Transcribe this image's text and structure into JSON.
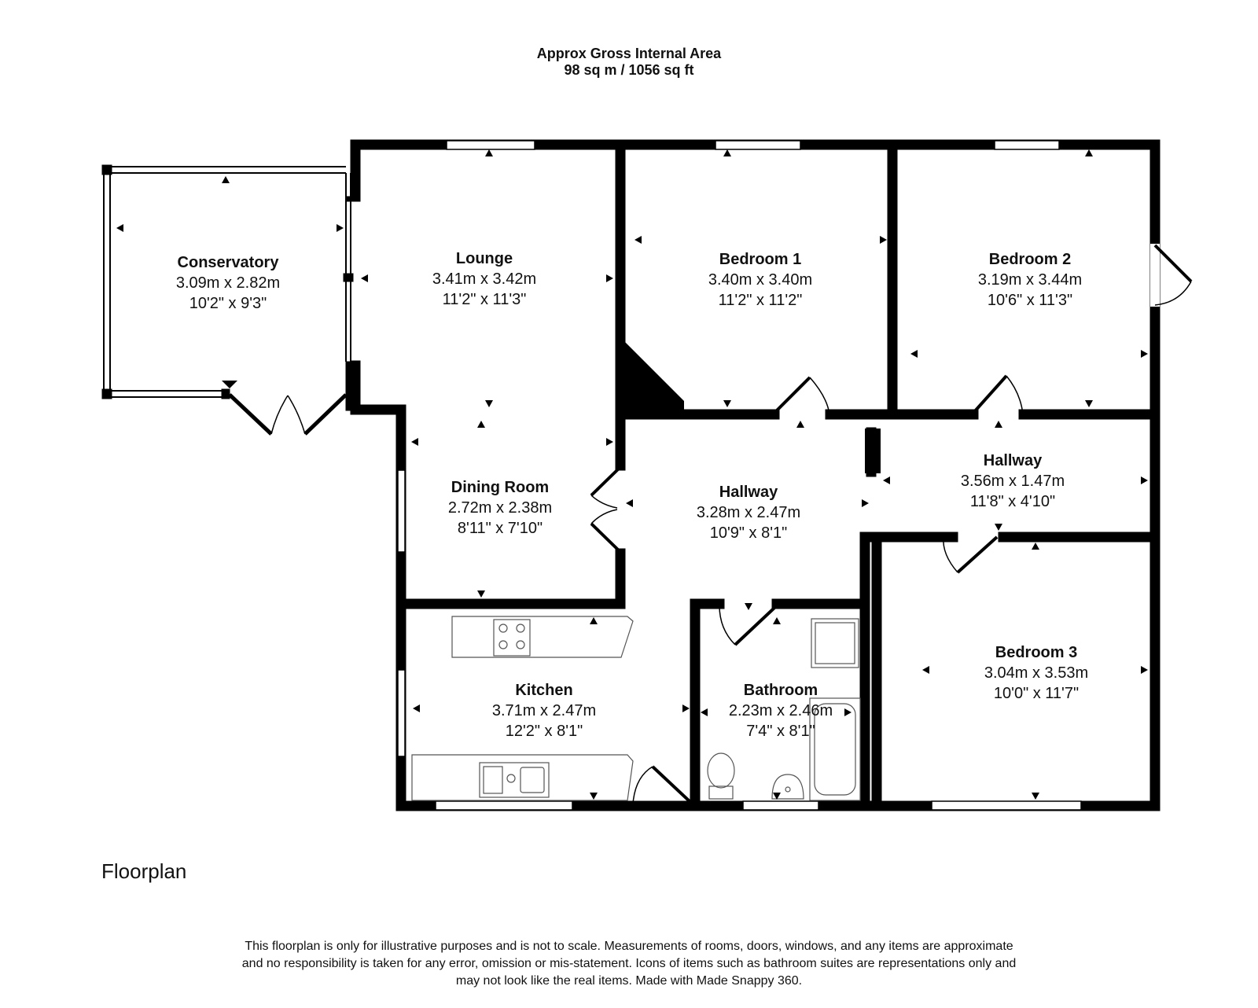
{
  "header": {
    "title": "Approx Gross Internal Area",
    "area": "98 sq m / 1056 sq ft"
  },
  "rooms": [
    {
      "id": "conservatory",
      "name": "Conservatory",
      "metric": "3.09m x 2.82m",
      "imperial": "10'2\" x 9'3\""
    },
    {
      "id": "lounge",
      "name": "Lounge",
      "metric": "3.41m x 3.42m",
      "imperial": "11'2\" x 11'3\""
    },
    {
      "id": "bedroom-1",
      "name": "Bedroom 1",
      "metric": "3.40m x 3.40m",
      "imperial": "11'2\" x 11'2\""
    },
    {
      "id": "bedroom-2",
      "name": "Bedroom 2",
      "metric": "3.19m x 3.44m",
      "imperial": "10'6\" x 11'3\""
    },
    {
      "id": "dining-room",
      "name": "Dining Room",
      "metric": "2.72m x 2.38m",
      "imperial": "8'11\" x 7'10\""
    },
    {
      "id": "hallway-1",
      "name": "Hallway",
      "metric": "3.28m x 2.47m",
      "imperial": "10'9\" x 8'1\""
    },
    {
      "id": "hallway-2",
      "name": "Hallway",
      "metric": "3.56m x 1.47m",
      "imperial": "11'8\" x 4'10\""
    },
    {
      "id": "kitchen",
      "name": "Kitchen",
      "metric": "3.71m x 2.47m",
      "imperial": "12'2\" x 8'1\""
    },
    {
      "id": "bathroom",
      "name": "Bathroom",
      "metric": "2.23m x 2.46m",
      "imperial": "7'4\" x 8'1\""
    },
    {
      "id": "bedroom-3",
      "name": "Bedroom 3",
      "metric": "3.04m x 3.53m",
      "imperial": "10'0\" x 11'7\""
    }
  ],
  "floor_label": "Floorplan",
  "disclaimer": {
    "line1": "This floorplan is only for illustrative purposes and is not to scale. Measurements of rooms, doors, windows, and any items are approximate",
    "line2": "and no responsibility is taken for any error, omission or mis-statement. Icons of items such as bathroom suites are representations only and",
    "line3": "may not look like the real items. Made with Made Snappy 360."
  }
}
